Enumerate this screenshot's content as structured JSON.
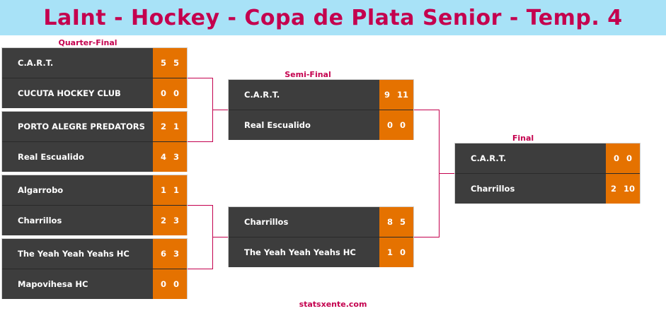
{
  "title": "LaInt - Hockey - Copa de Plata Senior - Temp. 4",
  "rounds": {
    "quarter": "Quarter-Final",
    "semi": "Semi-Final",
    "final": "Final"
  },
  "colors": {
    "title_bg": "#a8e2f7",
    "accent": "#c4004e",
    "row_bg": "#3d3d3d",
    "score_bg": "#e57200"
  },
  "matches": {
    "qf1": {
      "top": {
        "team": "C.A.R.T.",
        "s1": "5",
        "s2": "5"
      },
      "bottom": {
        "team": "CUCUTA HOCKEY CLUB",
        "s1": "0",
        "s2": "0"
      }
    },
    "qf2": {
      "top": {
        "team": "PORTO ALEGRE PREDATORS",
        "s1": "2",
        "s2": "1"
      },
      "bottom": {
        "team": "Real Escualido",
        "s1": "4",
        "s2": "3"
      }
    },
    "qf3": {
      "top": {
        "team": "Algarrobo",
        "s1": "1",
        "s2": "1"
      },
      "bottom": {
        "team": "Charrillos",
        "s1": "2",
        "s2": "3"
      }
    },
    "qf4": {
      "top": {
        "team": "The Yeah Yeah Yeahs HC",
        "s1": "6",
        "s2": "3"
      },
      "bottom": {
        "team": "Mapovihesa HC",
        "s1": "0",
        "s2": "0"
      }
    },
    "sf1": {
      "top": {
        "team": "C.A.R.T.",
        "s1": "9",
        "s2": "11"
      },
      "bottom": {
        "team": "Real Escualido",
        "s1": "0",
        "s2": "0"
      }
    },
    "sf2": {
      "top": {
        "team": "Charrillos",
        "s1": "8",
        "s2": "5"
      },
      "bottom": {
        "team": "The Yeah Yeah Yeahs HC",
        "s1": "1",
        "s2": "0"
      }
    },
    "final": {
      "top": {
        "team": "C.A.R.T.",
        "s1": "0",
        "s2": "0"
      },
      "bottom": {
        "team": "Charrillos",
        "s1": "2",
        "s2": "10"
      }
    }
  },
  "footer": "statsxente.com"
}
